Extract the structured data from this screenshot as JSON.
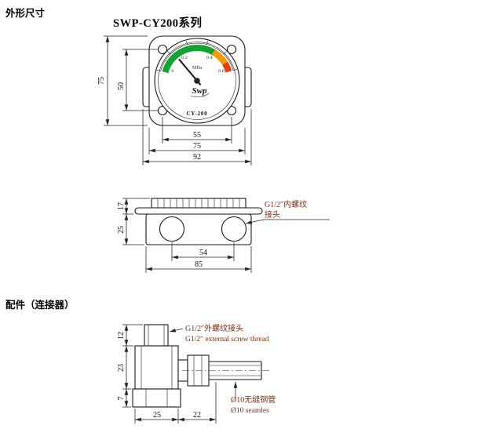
{
  "colors": {
    "arc_green": "#11a42f",
    "arc_orange": "#f49b00",
    "arc_red": "#e33c0d"
  },
  "headings": {
    "outline": "外形尺寸",
    "accessory": "配件（连接器）"
  },
  "front_view": {
    "title": "SWP-CY200系列",
    "gauge": {
      "brand": "Swp",
      "model": "CY-200",
      "unit": "MPa",
      "ticks": [
        "0",
        "0.2",
        "0.4",
        "0.6"
      ]
    },
    "dims": {
      "plate_height": "75",
      "hole_spacing_v": "50",
      "hole_spacing_h": "55",
      "plate_width": "75",
      "overall_width": "92"
    }
  },
  "side_view": {
    "dims": {
      "back_height": "17",
      "body_height": "25",
      "port_spacing": "54",
      "body_width": "85"
    },
    "thread_note": {
      "line1": "G1/2″内螺纹",
      "line2": "接头"
    }
  },
  "connector": {
    "dims": {
      "stub_height": "12",
      "body_height": "23",
      "nut_height": "7",
      "body_width": "25",
      "fitting_width": "22"
    },
    "thread_note": {
      "line1": "G1/2″外螺纹接头",
      "line2": "G1/2″ external screw thread"
    },
    "pipe_note": {
      "line1": "Ø10无缝钢管",
      "line2": "Ø10 seamles"
    }
  }
}
